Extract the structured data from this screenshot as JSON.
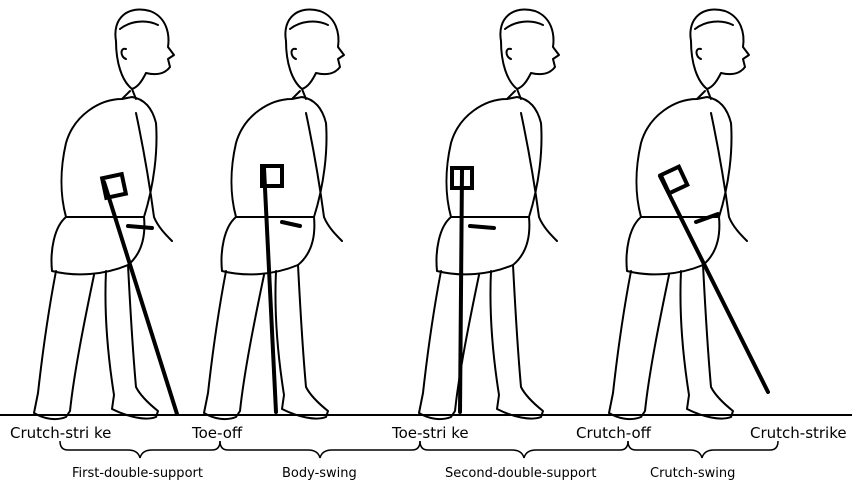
{
  "events": [
    {
      "id": "crutch-strike-1",
      "label": "Crutch-stri ke"
    },
    {
      "id": "toe-off",
      "label": "Toe-off"
    },
    {
      "id": "toe-strike",
      "label": "Toe-stri ke"
    },
    {
      "id": "crutch-off",
      "label": "Crutch-off"
    },
    {
      "id": "crutch-strike-2",
      "label": "Crutch-strike"
    }
  ],
  "phases": [
    {
      "id": "first-double-support",
      "label": "First-double-support"
    },
    {
      "id": "body-swing",
      "label": "Body-swing"
    },
    {
      "id": "second-double-support",
      "label": "Second-double-support"
    },
    {
      "id": "crutch-swing",
      "label": "Crutch-swing"
    }
  ]
}
